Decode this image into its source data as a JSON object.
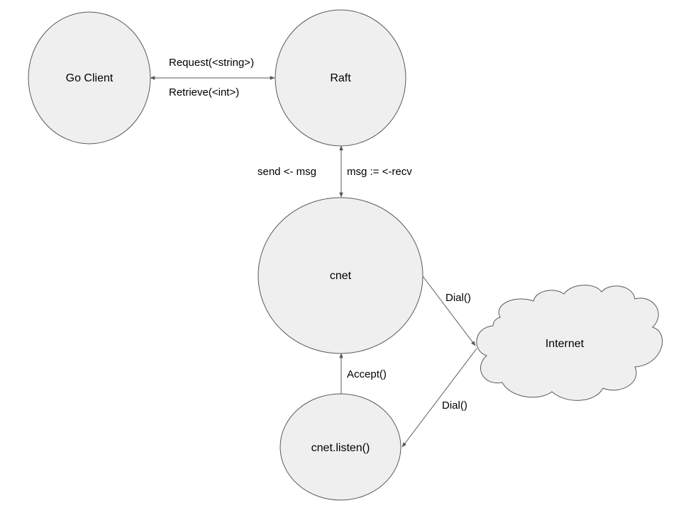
{
  "nodes": {
    "go_client": {
      "label": "Go Client",
      "shape": "ellipse"
    },
    "raft": {
      "label": "Raft",
      "shape": "ellipse"
    },
    "cnet": {
      "label": "cnet",
      "shape": "ellipse"
    },
    "cnet_listen": {
      "label": "cnet.listen()",
      "shape": "ellipse"
    },
    "internet": {
      "label": "Internet",
      "shape": "cloud-icon"
    }
  },
  "edges": {
    "client_raft": {
      "from": "go_client",
      "to": "raft",
      "direction": "both",
      "labels": [
        "Request(<string>)",
        "Retrieve(<int>)"
      ]
    },
    "raft_cnet": {
      "from": "raft",
      "to": "cnet",
      "direction": "both",
      "labels": [
        "send <- msg",
        "msg := <-recv"
      ]
    },
    "cnet_internet": {
      "from": "cnet",
      "to": "internet",
      "direction": "forward",
      "label": "Dial()"
    },
    "internet_listen": {
      "from": "internet",
      "to": "cnet_listen",
      "direction": "forward",
      "label": "Dial()"
    },
    "listen_cnet": {
      "from": "cnet_listen",
      "to": "cnet",
      "direction": "forward",
      "label": "Accept()"
    }
  },
  "colors": {
    "node_fill": "#efefef",
    "node_stroke": "#595959",
    "text": "#000000",
    "background": "#ffffff"
  }
}
